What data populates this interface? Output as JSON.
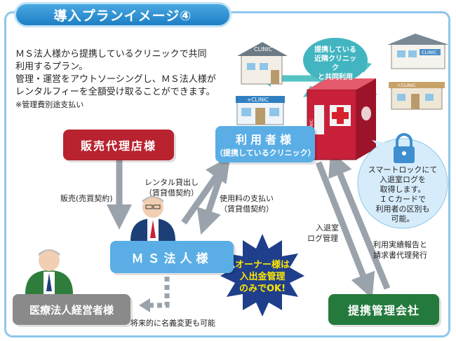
{
  "title": "導入プランイメージ④",
  "intro": {
    "line1": "ＭＳ法人様から提携しているクリニックで共同",
    "line2": "利用するプラン。",
    "line3": "管理・運営をアウトソーシングし、ＭＳ法人様が",
    "line4": "レンタルフィーを全額受け取ることができます。",
    "note": "※管理費別途支払い"
  },
  "boxes": {
    "sales_agent": "販売代理店様",
    "user_main": "利用者様",
    "user_sub": "（提携しているクリニック）",
    "ms_corp": "ＭＳ法人様",
    "medical_owner": "医療法人経営者様",
    "partner_mgmt": "提携管理会社"
  },
  "labels": {
    "sales_contract": "販売(売買契約)",
    "rental1": "レンタル貸出し",
    "rental2": "（賃貸借契約）",
    "usage1": "使用料の支払い",
    "usage2": "（賃貸借契約）",
    "log1": "入退室",
    "log2": "ログ管理",
    "report1": "利用実績報告と",
    "report2": "請求書代理発行",
    "future": "将来的に名義変更も可能",
    "shared1": "提携している",
    "shared2": "近隣クリニック",
    "shared3": "と共同利用"
  },
  "smartlock": {
    "l1": "スマートロックにて",
    "l2": "入退室ログを",
    "l3": "取得します。",
    "l4": "ＩＣカードで",
    "l5": "利用者の区別も",
    "l6": "可能。"
  },
  "burst": {
    "l1": "オーナー様は",
    "l2": "入出金管理",
    "l3": "のみでOK!"
  },
  "signs": {
    "clinic": "CLINIC",
    "clinic_plus": "+CLINIC",
    "mobile": "MOBILE CLINIC"
  },
  "colors": {
    "frame": "#8ec7ec",
    "red_box": "#b8232f",
    "blue_box": "#5aaee5",
    "gray_box": "#8a8a8a",
    "green_box": "#247a3c",
    "burst": "#1f3f8c",
    "burst_text": "#ffe600"
  }
}
